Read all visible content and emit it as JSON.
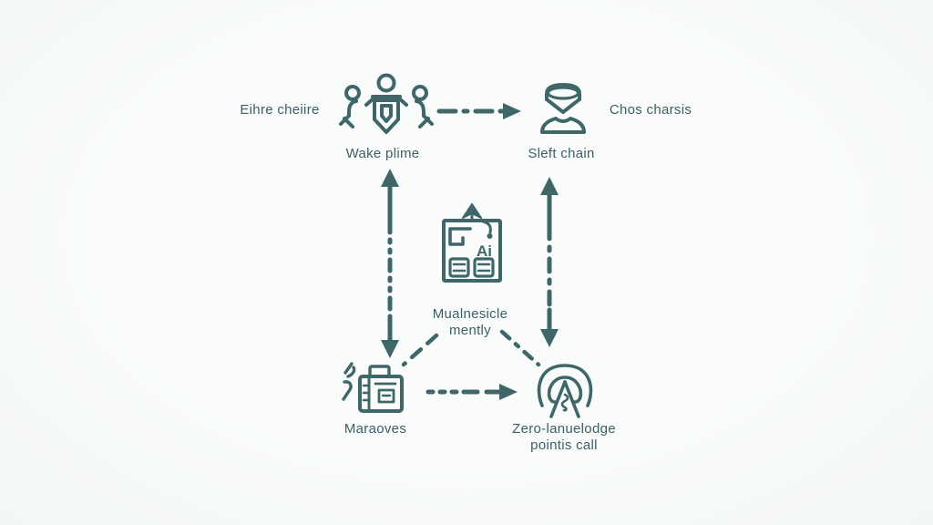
{
  "colors": {
    "ink": "#3f6668",
    "text": "#3b5f63",
    "background": "#f8fafb"
  },
  "diagram": {
    "captions": {
      "left": "Eihre cheiire",
      "right": "Chos charsis"
    },
    "nodes": {
      "team": {
        "icon": "people-group-icon",
        "label": "Wake plime"
      },
      "person": {
        "icon": "person-icon",
        "label": "Sleft chain"
      },
      "ai_module": {
        "icon": "ai-document-icon",
        "badge": "Ai",
        "label_line1": "Mualnesicle",
        "label_line2": "mently"
      },
      "toolbox": {
        "icon": "toolbox-icon",
        "label": "Maraoves"
      },
      "broadcast": {
        "icon": "broadcast-icon",
        "label_line1": "Zero-lanuelodge",
        "label_line2": "pointis call"
      }
    },
    "edges": [
      {
        "from": "Wake plime",
        "to": "Sleft chain",
        "style": "dash-dot",
        "arrowheads": "end"
      },
      {
        "from": "Wake plime",
        "to": "Maraoves",
        "style": "dashed",
        "arrowheads": "both"
      },
      {
        "from": "Sleft chain",
        "to": "Zero-lanuelodge pointis call",
        "style": "dash-dot",
        "arrowheads": "both"
      },
      {
        "from": "Maraoves",
        "to": "Zero-lanuelodge pointis call",
        "style": "dashed",
        "arrowheads": "end"
      },
      {
        "from": "Mualnesicle mently",
        "to": "Maraoves",
        "style": "dashed",
        "arrowheads": "none"
      },
      {
        "from": "Mualnesicle mently",
        "to": "Zero-lanuelodge pointis call",
        "style": "dashed",
        "arrowheads": "none"
      }
    ]
  }
}
